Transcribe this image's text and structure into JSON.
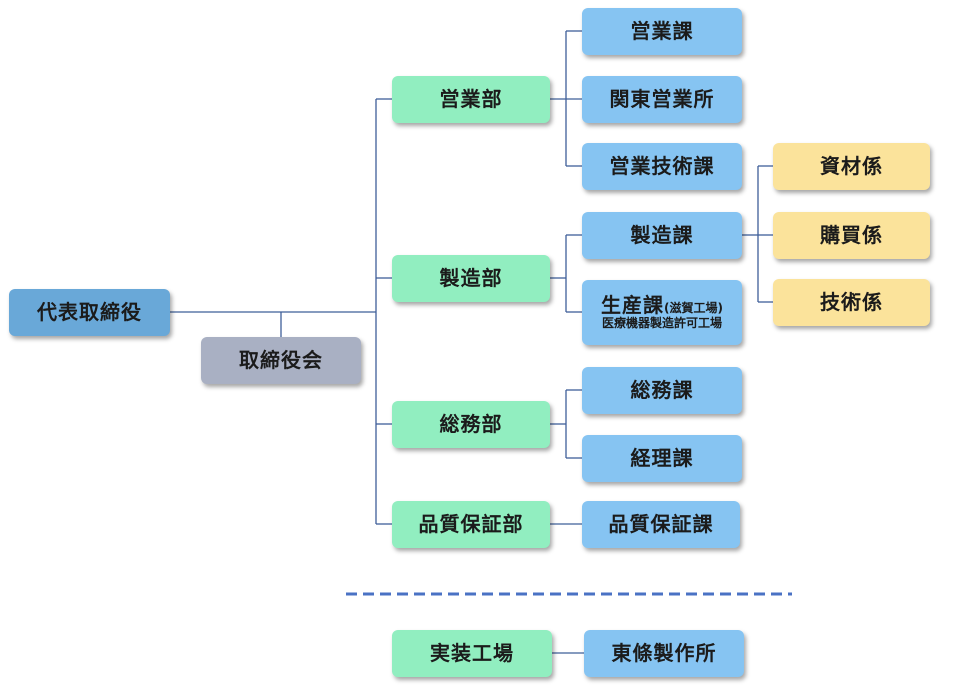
{
  "chart": {
    "president": "代表取締役",
    "board": "取締役会",
    "departments": [
      {
        "label": "営業部",
        "sections": [
          "営業課",
          "関東営業所",
          "営業技術課"
        ]
      },
      {
        "label": "製造部",
        "sections": [
          "製造課",
          "生産課"
        ]
      },
      {
        "label": "総務部",
        "sections": [
          "総務課",
          "経理課"
        ]
      },
      {
        "label": "品質保証部",
        "sections": [
          "品質保証課"
        ]
      }
    ],
    "production_section_sub": {
      "location": "滋賀工場",
      "license": "医療機器製造許可工場"
    },
    "units": [
      "資材係",
      "購買係",
      "技術係"
    ],
    "separate": {
      "plant": "実装工場",
      "branch": "東條製作所"
    }
  },
  "colors": {
    "line": "#3f5f99",
    "dashed": "#4a72c4",
    "exec": "#69a8d8",
    "board": "#a9b0c3",
    "department": "#91eec0",
    "section": "#86c4f2",
    "unit": "#fbe39b"
  }
}
